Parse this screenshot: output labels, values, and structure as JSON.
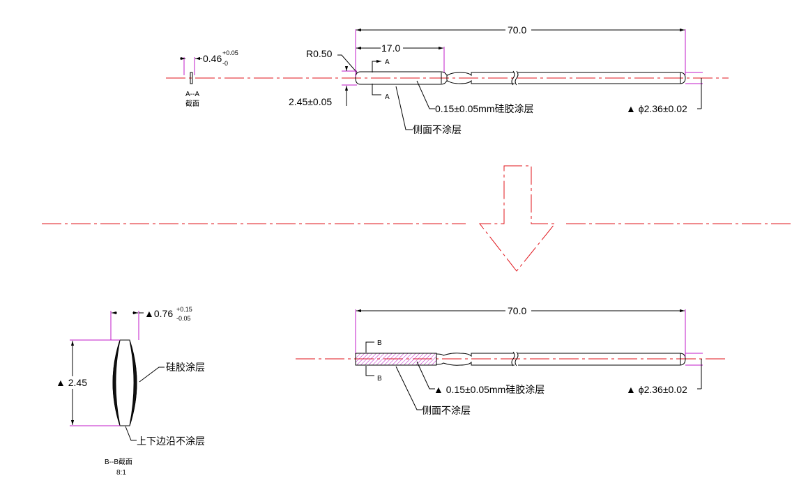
{
  "top_view": {
    "length": "70.0",
    "sub_length": "17.0",
    "radius": "R0.50",
    "height": "2.45±0.05",
    "coating": "0.15±0.05mm硅胶涂层",
    "side_note": "侧面不涂层",
    "diameter": "▲ ϕ2.36±0.02",
    "section_a": "A",
    "section_a2": "A",
    "thickness_base": "0.46",
    "thickness_sup": "+0.05",
    "thickness_sub": "-0",
    "section_title": "A--A",
    "section_label": "截面"
  },
  "bottom_view": {
    "length": "70.0",
    "coating": "▲ 0.15±0.05mm硅胶涂层",
    "side_note": "侧面不涂层",
    "diameter": "▲ ϕ2.36±0.02",
    "section_b": "B",
    "section_b2": "B"
  },
  "section_bb": {
    "thickness_base": "▲0.76",
    "thickness_sup": "+0.15",
    "thickness_sub": "-0.05",
    "height": "▲ 2.45",
    "coating": "硅胶涂层",
    "edge_note": "上下边沿不涂层",
    "title": "B--B截面",
    "scale": "8:1"
  },
  "colors": {
    "centerline": "#e0141b",
    "dimension": "#c018c8",
    "outline": "#000000"
  }
}
